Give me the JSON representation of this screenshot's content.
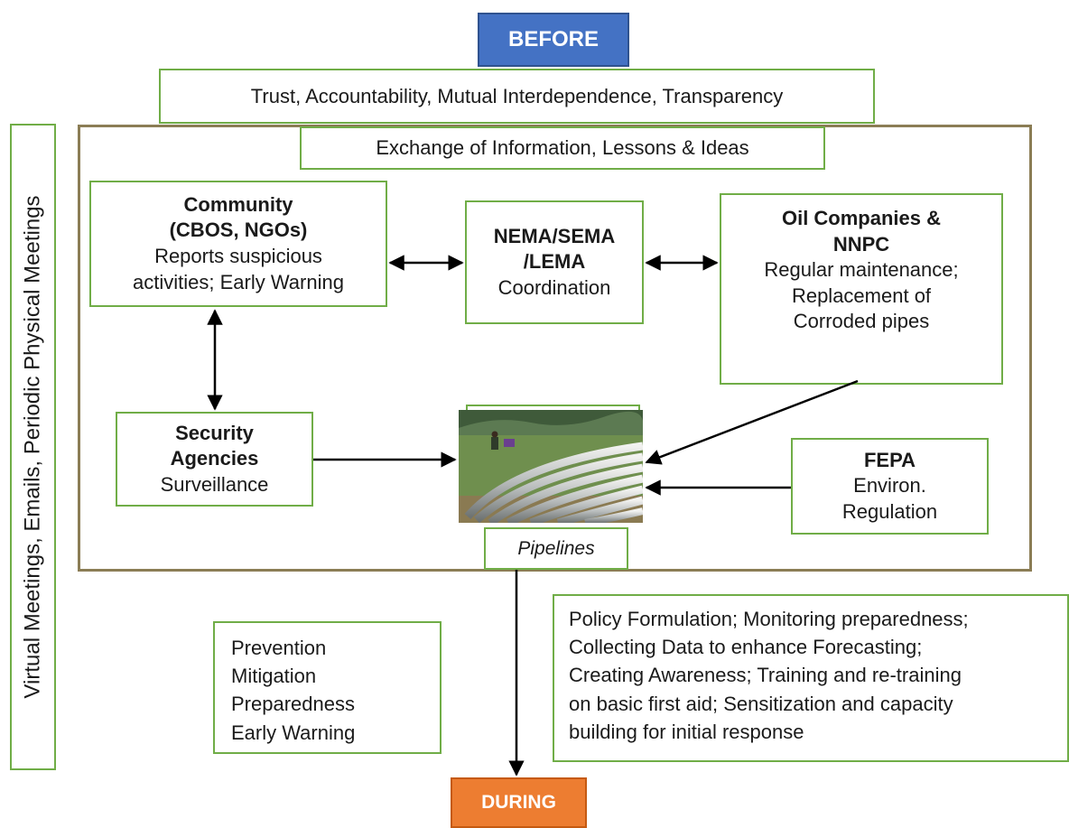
{
  "header": {
    "before": "BEFORE",
    "during": "DURING"
  },
  "values_bar": "Trust, Accountability, Mutual Interdependence, Transparency",
  "exchange_bar": "Exchange of Information, Lessons & Ideas",
  "side_label": "Virtual Meetings, Emails, Periodic Physical Meetings",
  "community": {
    "title_lines": [
      "Community",
      "(CBOS, NGOs)"
    ],
    "desc_lines": [
      "Reports suspicious",
      "activities; Early Warning"
    ]
  },
  "nema": {
    "title_lines": [
      "NEMA/SEMA",
      "/LEMA"
    ],
    "desc_lines": [
      "Coordination"
    ]
  },
  "oil": {
    "title_lines": [
      "Oil Companies &",
      "NNPC"
    ],
    "desc_lines": [
      "Regular maintenance;",
      "Replacement of",
      "Corroded pipes"
    ]
  },
  "security": {
    "title_lines": [
      "Security",
      "Agencies"
    ],
    "desc_lines": [
      "Surveillance"
    ]
  },
  "fepa": {
    "title_lines": [
      "FEPA"
    ],
    "desc_lines": [
      "Environ.",
      "Regulation"
    ]
  },
  "pipelines_label": "Pipelines",
  "phases": [
    "Prevention",
    "Mitigation",
    "Preparedness",
    "Early Warning"
  ],
  "policy_lines": [
    "Policy Formulation; Monitoring preparedness;",
    "Collecting Data to enhance Forecasting;",
    "Creating Awareness; Training and re-training",
    "on basic first aid; Sensitization and capacity",
    "building for initial response"
  ],
  "colors": {
    "before": "#4472c4",
    "during": "#ed7d31",
    "box_border": "#70ad47",
    "frame_border": "#8b7d55"
  },
  "icons": {
    "photo": "pipelines-photo"
  }
}
